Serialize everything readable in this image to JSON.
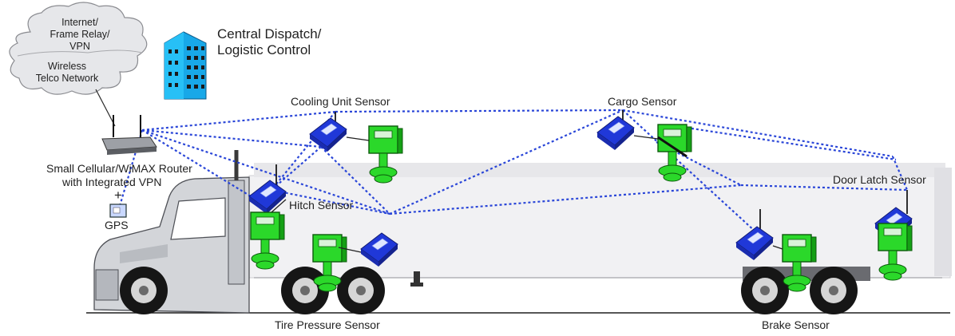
{
  "cloud": {
    "line1": "Internet/",
    "line2": "Frame Relay/",
    "line3": "VPN",
    "line4": "Wireless",
    "line5": "Telco Network"
  },
  "dispatch": {
    "line1": "Central Dispatch/",
    "line2": "Logistic Control"
  },
  "router": {
    "line1": "Small Cellular/WiMAX Router",
    "line2": "with Integrated VPN",
    "plus": "+"
  },
  "gps": {
    "label": "GPS"
  },
  "sensors": {
    "cooling": "Cooling Unit Sensor",
    "cargo": "Cargo Sensor",
    "door": "Door Latch Sensor",
    "hitch": "Hitch Sensor",
    "tire": "Tire Pressure Sensor",
    "brake": "Brake Sensor"
  },
  "colors": {
    "link": "#2a46d8",
    "node_blue": "#2038d8",
    "node_green": "#2bd82a",
    "trailer": "#f1f1f3",
    "cab": "#cfd2d6"
  }
}
